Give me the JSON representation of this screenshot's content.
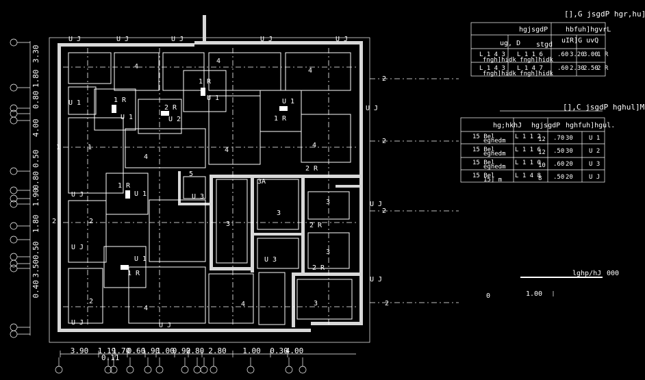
{
  "tables": {
    "top": {
      "title": "[],G jsgdP hgr,hu]",
      "head1": [
        "hgjsgdP",
        "hbfuh]hgvrL"
      ],
      "head2": [
        "ug, D",
        "stgd",
        "uIR]G uvQ"
      ],
      "rows": [
        {
          "a": "1 R",
          "b": "L 1 4 3",
          "c": "L 1 1 6",
          "d": ".60",
          "e": "3.20",
          "f": "3.00"
        },
        {
          "a": "2 R",
          "b": "L 1 4 3",
          "c": "L 1 4 7",
          "d": ".60",
          "e": "2.30",
          "f": "2.50"
        }
      ],
      "sub": "fngh]hidk fngh]hidk"
    },
    "mid": {
      "title": "[],C jsgdP hghul]M",
      "head": [
        "hg;hkhJ",
        "hgjsgdP",
        "hghfuh]hgul."
      ],
      "rows": [
        {
          "qty": "15 Bel",
          "note": "eghedm",
          "bar": "L 1 1 2",
          "bar2": "12",
          "dim": ".70",
          "dim2": "30",
          "label": "U 1"
        },
        {
          "qty": "15 Bel",
          "note": "eghedm",
          "bar": "L 1 1 6",
          "bar2": "12",
          "dim": ".50",
          "dim2": "30",
          "label": "U 2"
        },
        {
          "qty": "15 Bel",
          "note": "eghedm",
          "bar": "L 1 1 0",
          "bar2": "10",
          "dim": ".60",
          "dim2": "20",
          "label": "U 3"
        },
        {
          "qty": "15 Bel",
          "note": "15] m",
          "bar": "L 1 4 8",
          "bar2": "8",
          "dim": ".50",
          "dim2": "20",
          "label": "U J"
        }
      ]
    }
  },
  "scale": {
    "label": "lghp/hJ",
    "value": "000",
    "zero": "0",
    "one": "1.00"
  },
  "left_dims": [
    "3.30",
    "1.80",
    "0.80",
    "4.00",
    "0.50",
    "0.80",
    "1.90",
    "1.80",
    "0.50",
    "3.50",
    "0.40"
  ],
  "bottom_dims": [
    "3.90",
    "1.19",
    "1.70",
    "0.60",
    "1.90",
    "1.00",
    "0.90",
    "2.80",
    "2.80",
    "1.00",
    "0.30",
    "4.00"
  ],
  "bottom_extra": "0.11",
  "labels": {
    "footing1": "1 R",
    "footing2": "2 R",
    "col1": "U 1",
    "col2": "U 2",
    "col3": "U 3",
    "colj": "U J",
    "b4": "4",
    "b3": "3",
    "b2": "2",
    "b1": "1",
    "b3a": "3A",
    "b5": "5"
  }
}
